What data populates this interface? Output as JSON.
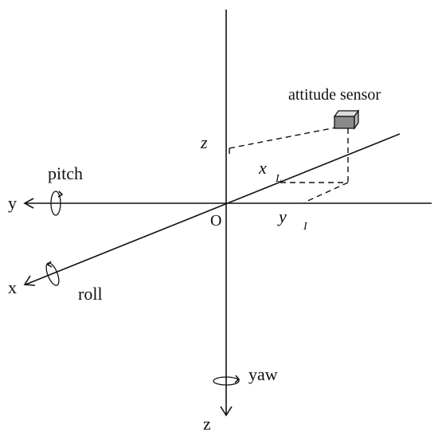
{
  "labels": {
    "sensor": "attitude sensor",
    "origin": "O",
    "y_axis": "y",
    "x_axis": "x",
    "z_axis": "z",
    "pitch": "pitch",
    "roll": "roll",
    "yaw": "yaw",
    "z_proj": "z",
    "x_proj_main": "x",
    "x_proj_sub": "L",
    "y_proj_main": "y",
    "y_proj_sub": "I"
  }
}
